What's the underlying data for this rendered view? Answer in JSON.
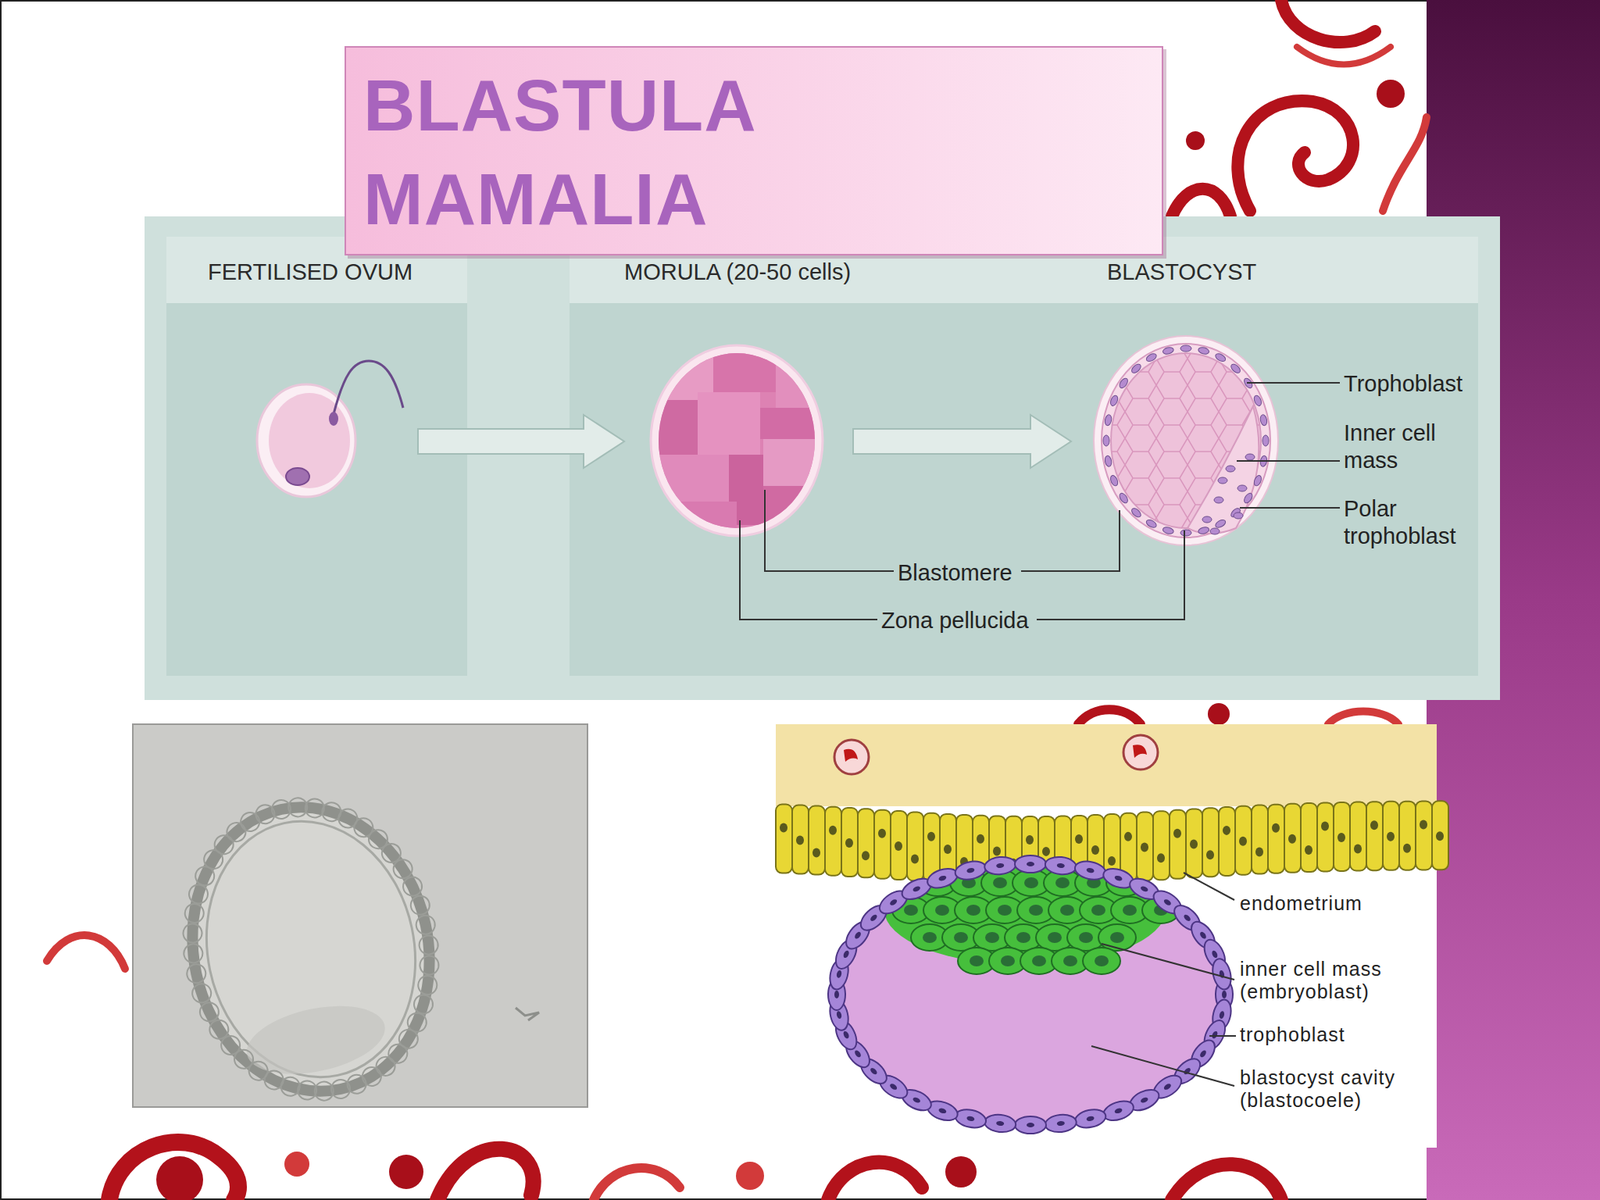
{
  "diagram": {
    "title": "BLASTULA MAMALIA",
    "nodes": [
      {
        "text": [
          "FERTILISED OVUM"
        ]
      },
      {
        "text": [
          "MORULA (20-50 cells)"
        ]
      },
      {
        "text": [
          "BLASTOCYST"
        ]
      }
    ],
    "edges": [
      {
        "from": 0,
        "to": 1,
        "arrow": "to"
      },
      {
        "from": 1,
        "to": 2,
        "arrow": "to"
      }
    ],
    "labels": [
      "Trophoblast",
      "Inner cell mass",
      "Polar trophoblast",
      "Blastomere",
      "Zona pellucida",
      "endometrium",
      "inner cell mass (embryoblast)",
      "trophoblast",
      "blastocyst cavity (blastocoele)"
    ]
  }
}
